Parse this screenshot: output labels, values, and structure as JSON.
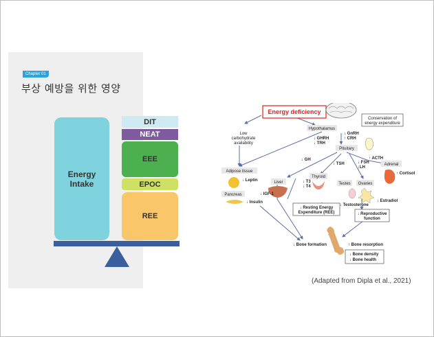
{
  "slide": {
    "chapter_tag": "Chapter 01",
    "title": "부상 예방을 위한 영양",
    "citation": "(Adapted from Dipla et al., 2021)"
  },
  "balance": {
    "intake_line1": "Energy",
    "intake_line2": "Intake",
    "dit": "DIT",
    "neat": "NEAT",
    "eee": "EEE",
    "epoc": "EPOC",
    "ree": "REE"
  },
  "diagram": {
    "energy_deficiency": "Energy deficiency",
    "conservation_line1": "Conservation of",
    "conservation_line2": "energy expenditure",
    "low_carb_line1": "Low",
    "low_carb_line2": "carbohydrate",
    "low_carb_line3": "availability",
    "hypothalamus": "Hypothalamus",
    "ghrh": "↓ GHRH",
    "trh": "↓ TRH",
    "gnrh": "↓ GnRH",
    "crh": "↑ CRH",
    "pituitary": "Pituitary",
    "acth": "↑ ACTH",
    "adrenal": "Adrenal",
    "cortisol": "↑ Cortisol",
    "gh": "↓ GH",
    "tsh": "↓ TSH",
    "fsh": "↓ FSH",
    "lh": "↓LH",
    "adipose": "Adipose tissue",
    "leptin": "↓ Leptin",
    "liver": "Liver",
    "thyroid": "Thyroid",
    "t3": "↓ T3",
    "t4": "↓ T4",
    "testes": "Testes",
    "ovaries": "Ovaries",
    "pancreas": "Pancreas",
    "insulin": "↓ Insulin",
    "igf1": "↓ IGF-1",
    "testosterone": "↓ Testosterone",
    "estradiol": "↓ Estradiol",
    "ree_line1": "↓ Resting Energy",
    "ree_line2": "Expenditure (REE)",
    "repro_line1": "↓ Reproductive",
    "repro_line2": "function",
    "bone_formation": "↓ Bone formation",
    "bone_resorption": "↑ Bone resorption",
    "bone_density": "↓ Bone density",
    "bone_health": "↓ Bone health"
  },
  "colors": {
    "chapter_tag": "#2aa3de",
    "intake": "#7ed3df",
    "dit": "#cfeaf2",
    "neat": "#7e5a9e",
    "eee": "#4cb050",
    "epoc": "#cfe165",
    "ree": "#f9c76a",
    "balance_beam": "#3a5f9c",
    "energy_deficiency_text": "#e0231c",
    "connector": "#5a6fa8"
  }
}
